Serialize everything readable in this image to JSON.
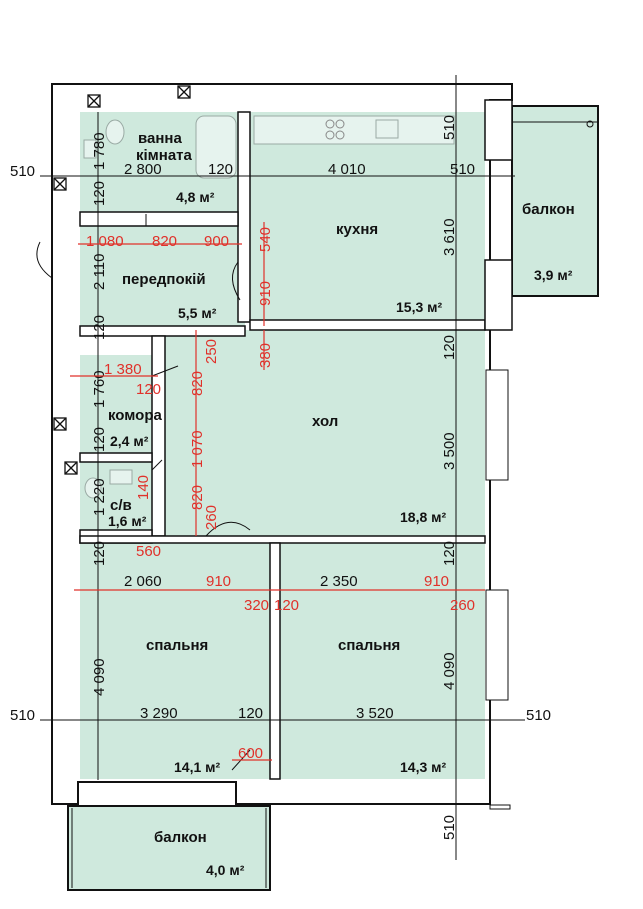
{
  "rooms": {
    "bath": {
      "name_line1": "ванна",
      "name_line2": "кімната",
      "area": "4,8 м²"
    },
    "kitchen": {
      "name": "кухня",
      "area": "15,3 м²"
    },
    "balcony_top": {
      "name": "балкон",
      "area": "3,9 м²"
    },
    "hall_entry": {
      "name": "передпокій",
      "area": "5,5 м²"
    },
    "storage": {
      "name": "комора",
      "area": "2,4 м²"
    },
    "hall": {
      "name": "хол",
      "area": "18,8 м²"
    },
    "wc": {
      "name": "с/в",
      "area": "1,6 м²"
    },
    "bedroom_left": {
      "name": "спальня",
      "area": "14,1 м²"
    },
    "bedroom_right": {
      "name": "спальня",
      "area": "14,3 м²"
    },
    "balcony_bottom": {
      "name": "балкон",
      "area": "4,0 м²"
    }
  },
  "dims_black": {
    "outer_510_left_top": "510",
    "outer_510_left_bottom": "510",
    "outer_510_right_bottom": "510",
    "outer_510_bottom": "510",
    "bath_2800": "2 800",
    "bath_120": "120",
    "kitchen_4010": "4 010",
    "kitchen_510": "510",
    "top_510_v": "510",
    "kitchen_3610": "3 610",
    "hall_120_v": "120",
    "hall_3500": "3 500",
    "bath_1780": "1 780",
    "bath_120_v": "120",
    "entry_2110": "2 110",
    "entry_120_v": "120",
    "storage_1760": "1 760",
    "storage_120_v": "120",
    "wc_1220": "1 220",
    "wc_120_v": "120",
    "bed_120_v_left": "120",
    "bed_120_v_right": "120",
    "bed_4090_left": "4 090",
    "bed_4090_right": "4 090",
    "bed_3290": "3 290",
    "bed_120_mid": "120",
    "bed_3520": "3 520",
    "bed_2060": "2 060",
    "bed_2350": "2 350"
  },
  "dims_red": {
    "entry_1080": "1 080",
    "entry_820": "820",
    "entry_900": "900",
    "kitchen_540": "540",
    "kitchen_910": "910",
    "hall_380": "380",
    "hall_250": "250",
    "storage_1380": "1 380",
    "storage_120": "120",
    "hall_820a": "820",
    "hall_1070": "1 070",
    "wc_140": "140",
    "hall_820b": "820",
    "hall_260": "260",
    "bed_560": "560",
    "bed_910a": "910",
    "bed_320": "320",
    "bed_120": "120",
    "bed_910b": "910",
    "bed_260": "260",
    "bed_600": "600"
  }
}
